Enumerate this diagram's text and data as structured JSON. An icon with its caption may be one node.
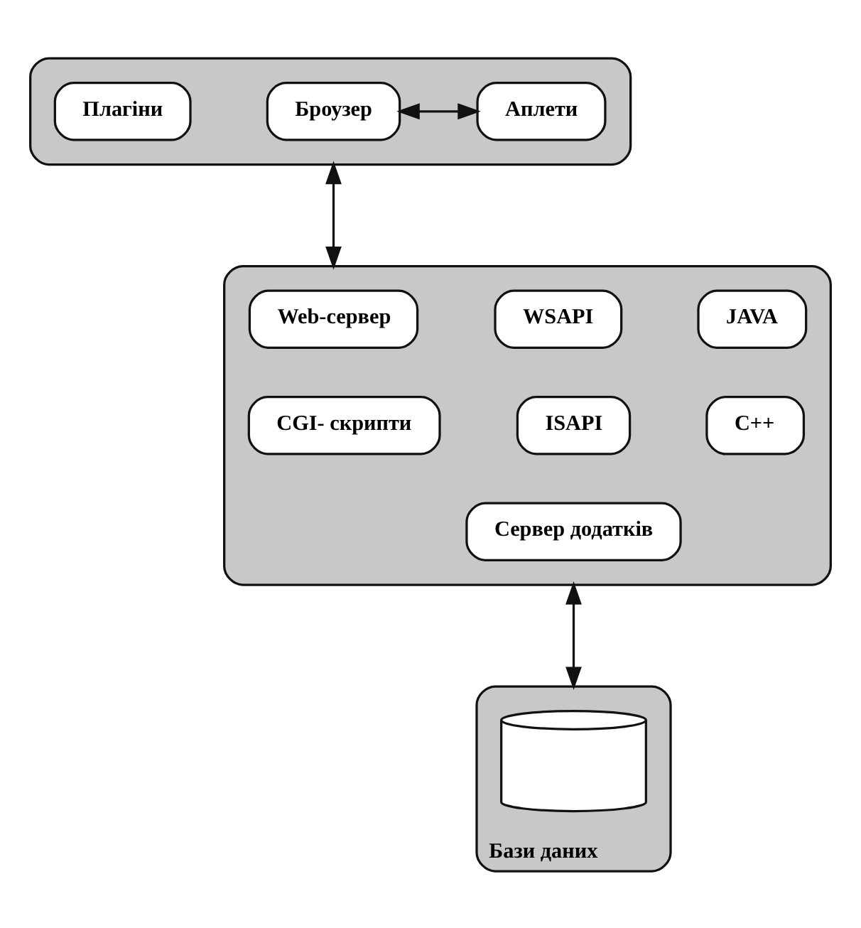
{
  "diagram": {
    "nodes": [
      {
        "text": [],
        "shape": "box"
      },
      {
        "text": [
          "Плагіни"
        ],
        "in": 0
      },
      {
        "text": [
          "Броузер"
        ],
        "in": 0
      },
      {
        "text": [
          "Аплети"
        ],
        "in": 0
      },
      {
        "text": [],
        "shape": "box"
      },
      {
        "text": [
          "Web-сервер"
        ],
        "in": 4
      },
      {
        "text": [
          "CGI- скрипти"
        ],
        "in": 4
      },
      {
        "text": [
          "WSAPI"
        ],
        "in": 4
      },
      {
        "text": [
          "JAVA"
        ],
        "in": 4
      },
      {
        "text": [
          "ISAPI"
        ],
        "in": 4
      },
      {
        "text": [
          "C++"
        ],
        "in": 4
      },
      {
        "text": [
          "Сервер додатків"
        ],
        "in": 4
      },
      {
        "text": [
          "Бази даних"
        ]
      },
      {
        "text": [],
        "shape": "cylinder",
        "in": 12
      }
    ],
    "edges": [
      {
        "from": 2,
        "to": 3,
        "arrow": "both"
      },
      {
        "from": 0,
        "to": 4,
        "arrow": "both"
      },
      {
        "from": 4,
        "to": 12,
        "arrow": "both"
      }
    ]
  }
}
